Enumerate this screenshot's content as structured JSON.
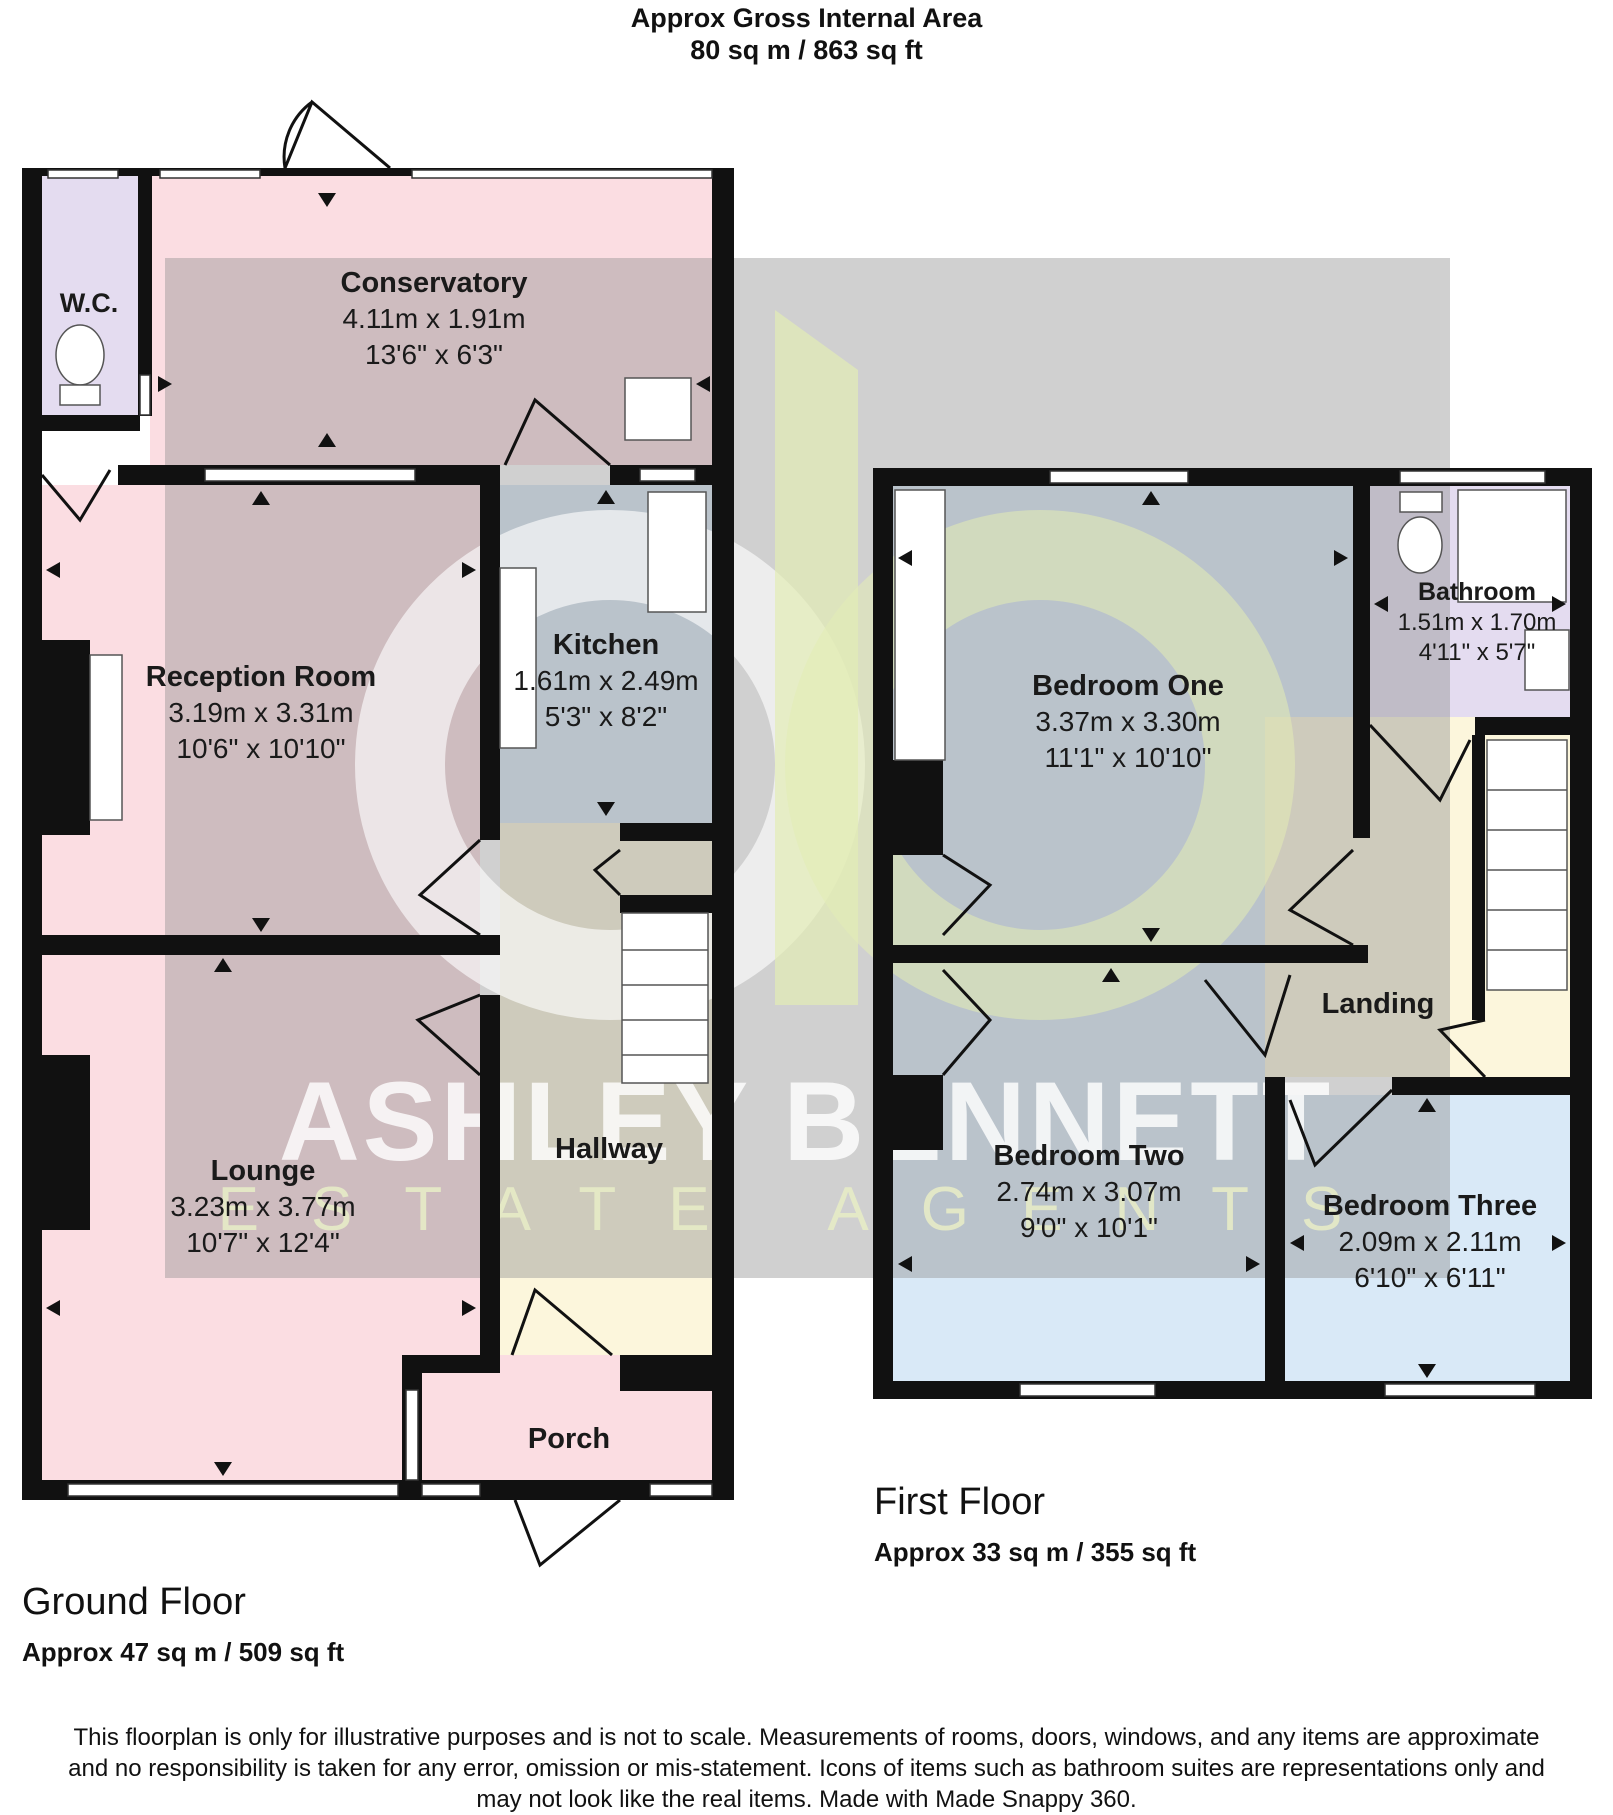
{
  "header": {
    "line1": "Approx Gross Internal Area",
    "line2": "80 sq m / 863 sq ft"
  },
  "ground_floor": {
    "title": "Ground Floor",
    "area": "Approx 47 sq m / 509 sq ft",
    "rooms": {
      "wc": {
        "name": "W.C."
      },
      "conservatory": {
        "name": "Conservatory",
        "metric": "4.11m x 1.91m",
        "imperial": "13'6\" x 6'3\""
      },
      "reception": {
        "name": "Reception Room",
        "metric": "3.19m x 3.31m",
        "imperial": "10'6\" x 10'10\""
      },
      "kitchen": {
        "name": "Kitchen",
        "metric": "1.61m x 2.49m",
        "imperial": "5'3\" x 8'2\""
      },
      "lounge": {
        "name": "Lounge",
        "metric": "3.23m x 3.77m",
        "imperial": "10'7\" x 12'4\""
      },
      "hallway": {
        "name": "Hallway"
      },
      "porch": {
        "name": "Porch"
      }
    }
  },
  "first_floor": {
    "title": "First Floor",
    "area": "Approx 33 sq m / 355 sq ft",
    "rooms": {
      "bedroom_one": {
        "name": "Bedroom One",
        "metric": "3.37m x 3.30m",
        "imperial": "11'1\" x 10'10\""
      },
      "bathroom": {
        "name": "Bathroom",
        "metric": "1.51m x 1.70m",
        "imperial": "4'11\" x 5'7\""
      },
      "landing": {
        "name": "Landing"
      },
      "bedroom_two": {
        "name": "Bedroom Two",
        "metric": "2.74m x 3.07m",
        "imperial": "9'0\" x 10'1\""
      },
      "bedroom_three": {
        "name": "Bedroom Three",
        "metric": "2.09m x 2.11m",
        "imperial": "6'10\" x 6'11\""
      }
    }
  },
  "watermark": {
    "line1": "ASHLEY BENNETT",
    "line2": "ESTATE AGENTS"
  },
  "disclaimer": {
    "line1": "This floorplan is only for illustrative purposes and is not to scale. Measurements of rooms, doors, windows, and any items are approximate",
    "line2": "and no responsibility is taken for any error, omission or mis-statement. Icons of items such as bathroom suites are representations only and",
    "line3": "may not look like the real items. Made with Made Snappy 360."
  },
  "colors": {
    "wall": "#111111",
    "pink": "#fbdde2",
    "lavender": "#e4dcf0",
    "cream": "#fcf6dc",
    "light_blue": "#d9e9f7",
    "watermark_grey": "#9a9a9a",
    "watermark_logo": "#e3ecb5"
  }
}
